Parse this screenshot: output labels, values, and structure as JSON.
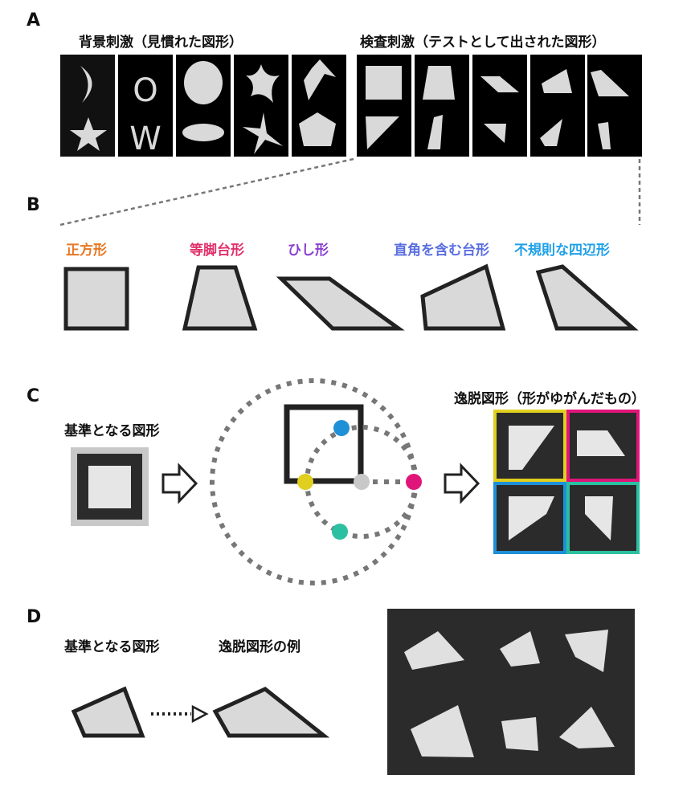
{
  "panel_a": {
    "label": "A",
    "background_title": "背景刺激（見慣れた図形）",
    "test_title": "検査刺激（テストとして出された図形）",
    "background_letters": [
      "O",
      "W"
    ]
  },
  "panel_b": {
    "label": "B",
    "shapes": [
      {
        "name": "正方形",
        "color": "#e87722"
      },
      {
        "name": "等脚台形",
        "color": "#e0306a"
      },
      {
        "name": "ひし形",
        "color": "#8a3fd0"
      },
      {
        "name": "直角を含む台形",
        "color": "#5a6ee0"
      },
      {
        "name": "不規則な四辺形",
        "color": "#1ea0e8"
      }
    ]
  },
  "panel_c": {
    "label": "C",
    "reference_title": "基準となる図形",
    "deviant_title": "逸脱図形（形がゆがんだもの）",
    "dot_colors": {
      "blue": "#1e90d8",
      "yellow": "#e0cf1e",
      "gray": "#c8c8c8",
      "magenta": "#e0157a",
      "teal": "#2cc0a0"
    }
  },
  "panel_d": {
    "label": "D",
    "reference_title": "基準となる図形",
    "example_title": "逸脱図形の例"
  }
}
